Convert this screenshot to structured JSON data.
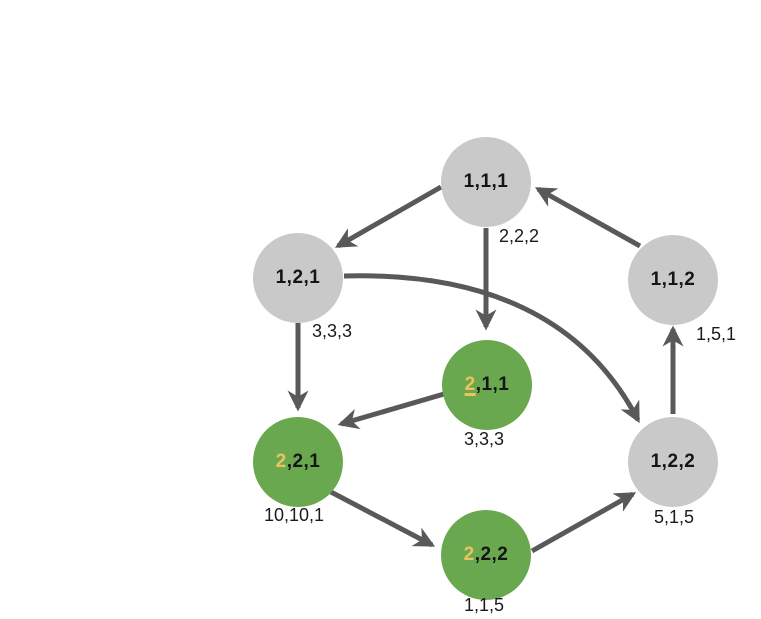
{
  "diagram": {
    "type": "directed-graph",
    "colors": {
      "node_gray": "#c9c9c9",
      "node_green": "#6aa84f",
      "highlight_yellow": "#ecc45f",
      "edge_gray": "#595959",
      "text": "#1b1b1b"
    },
    "nodes": [
      {
        "id": "1,1,1",
        "label_highlight": "",
        "label_rest": "1,1,1",
        "sublabel": "2,2,2",
        "color": "gray",
        "highlight_underlined": false
      },
      {
        "id": "1,2,1",
        "label_highlight": "",
        "label_rest": "1,2,1",
        "sublabel": "3,3,3",
        "color": "gray",
        "highlight_underlined": false
      },
      {
        "id": "1,1,2",
        "label_highlight": "",
        "label_rest": "1,1,2",
        "sublabel": "1,5,1",
        "color": "gray",
        "highlight_underlined": false
      },
      {
        "id": "2,1,1",
        "label_highlight": "2",
        "label_rest": ",1,1",
        "sublabel": "3,3,3",
        "color": "green",
        "highlight_underlined": true
      },
      {
        "id": "2,2,1",
        "label_highlight": "2",
        "label_rest": ",2,1",
        "sublabel": "10,10,1",
        "color": "green",
        "highlight_underlined": false
      },
      {
        "id": "2,2,2",
        "label_highlight": "2",
        "label_rest": ",2,2",
        "sublabel": "1,1,5",
        "color": "green",
        "highlight_underlined": false
      },
      {
        "id": "1,2,2",
        "label_highlight": "",
        "label_rest": "1,2,2",
        "sublabel": "5,1,5",
        "color": "gray",
        "highlight_underlined": false
      }
    ],
    "edges": [
      {
        "from": "1,1,1",
        "to": "1,2,1"
      },
      {
        "from": "1,1,2",
        "to": "1,1,1"
      },
      {
        "from": "1,1,1",
        "to": "2,1,1"
      },
      {
        "from": "1,2,1",
        "to": "2,2,1"
      },
      {
        "from": "1,2,1",
        "to": "1,2,2",
        "shape": "curved"
      },
      {
        "from": "2,1,1",
        "to": "2,2,1"
      },
      {
        "from": "2,2,1",
        "to": "2,2,2"
      },
      {
        "from": "2,2,2",
        "to": "1,2,2"
      },
      {
        "from": "1,2,2",
        "to": "1,1,2"
      }
    ]
  }
}
